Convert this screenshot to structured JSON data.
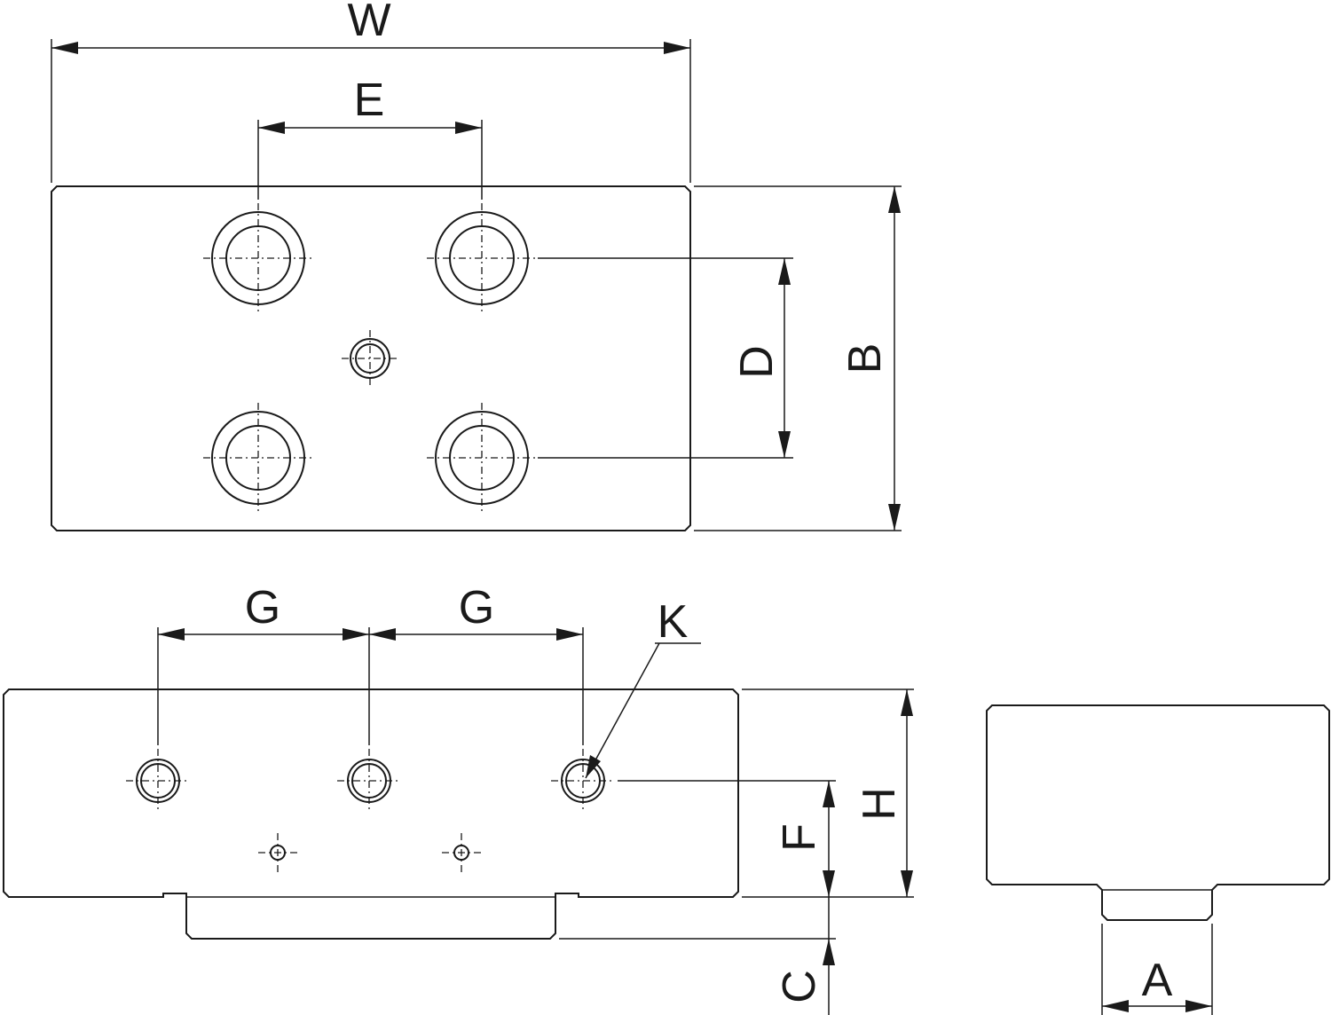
{
  "labels": {
    "W": "W",
    "E": "E",
    "D": "D",
    "B": "B",
    "G1": "G",
    "G2": "G",
    "K": "K",
    "H": "H",
    "F": "F",
    "C": "C",
    "A": "A"
  }
}
